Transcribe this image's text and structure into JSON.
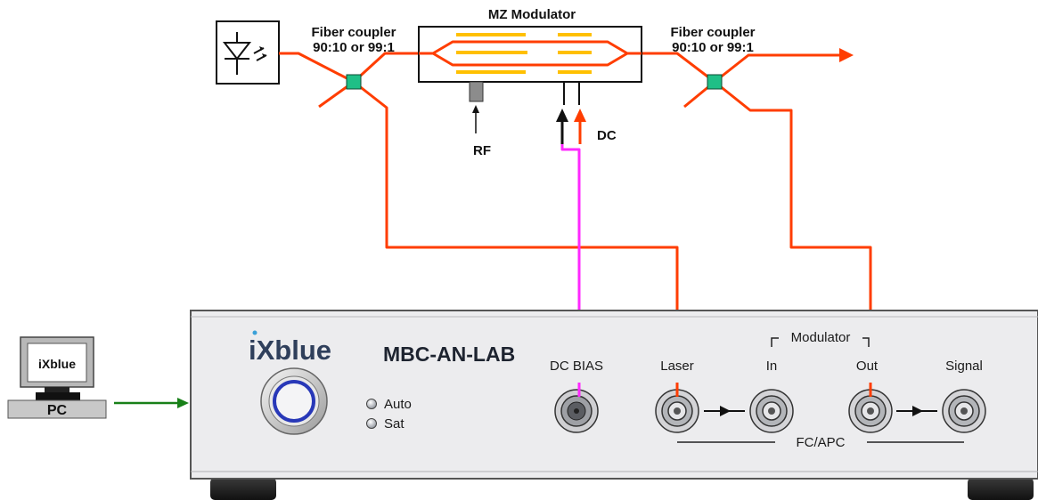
{
  "labels": {
    "coupler_left_l1": "Fiber coupler",
    "coupler_left_l2": "90:10 or 99:1",
    "modulator_title": "MZ Modulator",
    "coupler_right_l1": "Fiber coupler",
    "coupler_right_l2": "90:10 or 99:1",
    "rf": "RF",
    "dc": "DC"
  },
  "device": {
    "brand": "iXblue",
    "model": "MBC-AN-LAB",
    "indicators": [
      "Auto",
      "Sat"
    ],
    "ports": {
      "dc_bias": "DC BIAS",
      "laser": "Laser",
      "in": "In",
      "out": "Out",
      "signal": "Signal"
    },
    "modulator_group": "Modulator",
    "connector_type": "FC/APC"
  },
  "pc": {
    "screen_text": "iXblue",
    "label": "PC"
  },
  "colors": {
    "fiber": "#ff3d00",
    "dc_wire": "#ff28ff",
    "coupler": "#1fbf86",
    "electrode": "#ffc000",
    "link_arrow": "#188018",
    "panel": "#ececee"
  }
}
